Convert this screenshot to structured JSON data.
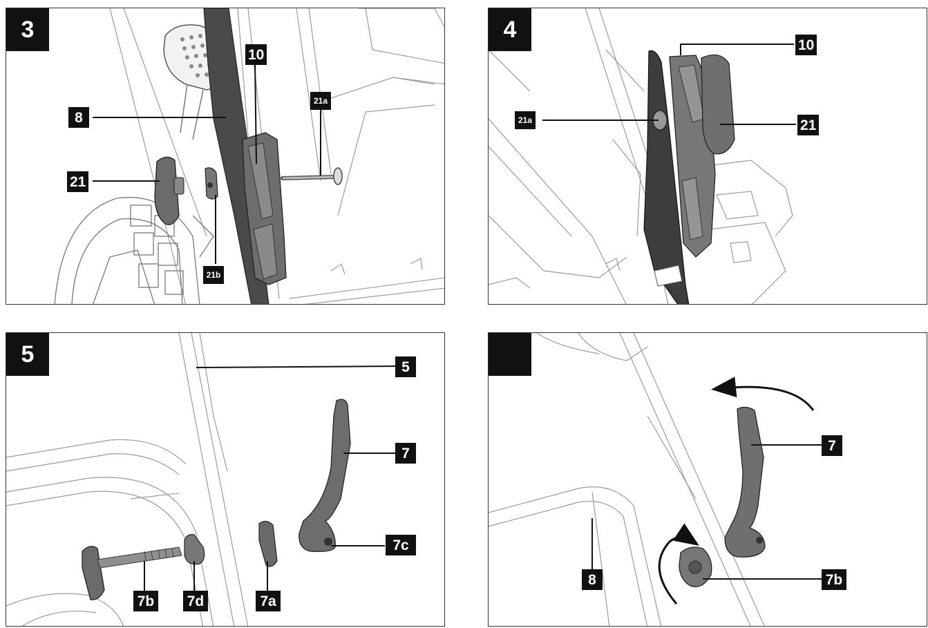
{
  "panels": [
    {
      "number": "3",
      "labels": {
        "l10": "10",
        "l21a": "21a",
        "l8": "8",
        "l21": "21",
        "l21b": "21b"
      }
    },
    {
      "number": "4",
      "labels": {
        "l10": "10",
        "l21a": "21a",
        "l21": "21"
      }
    },
    {
      "number": "5",
      "labels": {
        "l5": "5",
        "l7": "7",
        "l7c": "7c",
        "l7b": "7b",
        "l7d": "7d",
        "l7a": "7a"
      }
    },
    {
      "number": "",
      "labels": {
        "l7": "7",
        "l8": "8",
        "l7b": "7b"
      }
    }
  ]
}
